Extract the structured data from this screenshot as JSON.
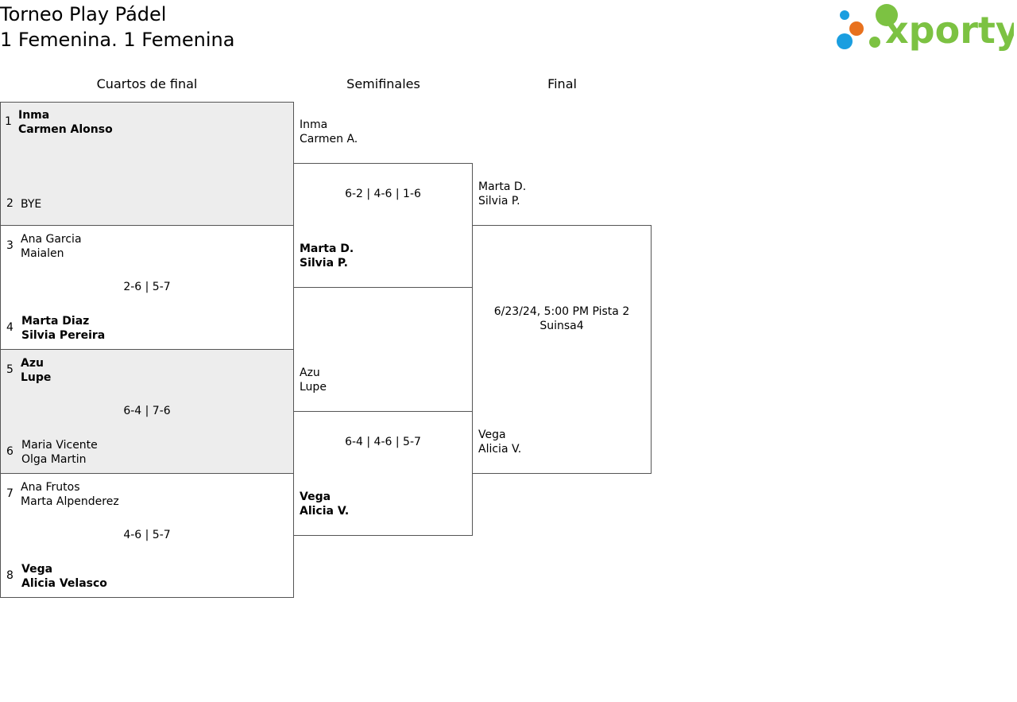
{
  "header": {
    "line1": "Torneo Play Pádel",
    "line2": "1 Femenina. 1 Femenina",
    "logo_text": "xporty"
  },
  "rounds": [
    "Cuartos de final",
    "Semifinales",
    "Final"
  ],
  "quarterfinals": [
    {
      "seed_a": "1",
      "a1": "Inma",
      "a2": "Carmen Alonso",
      "seed_b": "2",
      "b1": "BYE",
      "b2": "",
      "score": ""
    },
    {
      "seed_a": "3",
      "a1": "Ana Garcia",
      "a2": "Maialen",
      "seed_b": "4",
      "b1": "Marta Diaz",
      "b2": "Silvia Pereira",
      "score": "2-6 | 5-7"
    },
    {
      "seed_a": "5",
      "a1": "Azu",
      "a2": "Lupe",
      "seed_b": "6",
      "b1": "Maria Vicente",
      "b2": "Olga Martin",
      "score": "6-4 | 7-6"
    },
    {
      "seed_a": "7",
      "a1": "Ana Frutos",
      "a2": "Marta Alpenderez",
      "seed_b": "8",
      "b1": "Vega",
      "b2": "Alicia Velasco",
      "score": "4-6 | 5-7"
    }
  ],
  "semifinals": [
    {
      "a1": "Inma",
      "a2": "Carmen A.",
      "b1": "Marta D.",
      "b2": "Silvia P.",
      "score": "6-2 | 4-6 | 1-6"
    },
    {
      "a1": "Azu",
      "a2": "Lupe",
      "b1": "Vega",
      "b2": "Alicia V.",
      "score": "6-4 | 4-6 | 5-7"
    }
  ],
  "final": {
    "a1": "Marta D.",
    "a2": "Silvia P.",
    "b1": "Vega",
    "b2": "Alicia V.",
    "schedule": "6/23/24, 5:00 PM Pista 2",
    "venue": "Suinsa4"
  },
  "colors": {
    "logo_green": "#7cc242",
    "logo_orange": "#e8711e",
    "logo_blue": "#1a9ee0",
    "box_grey": "#ededed",
    "border": "#555555"
  }
}
